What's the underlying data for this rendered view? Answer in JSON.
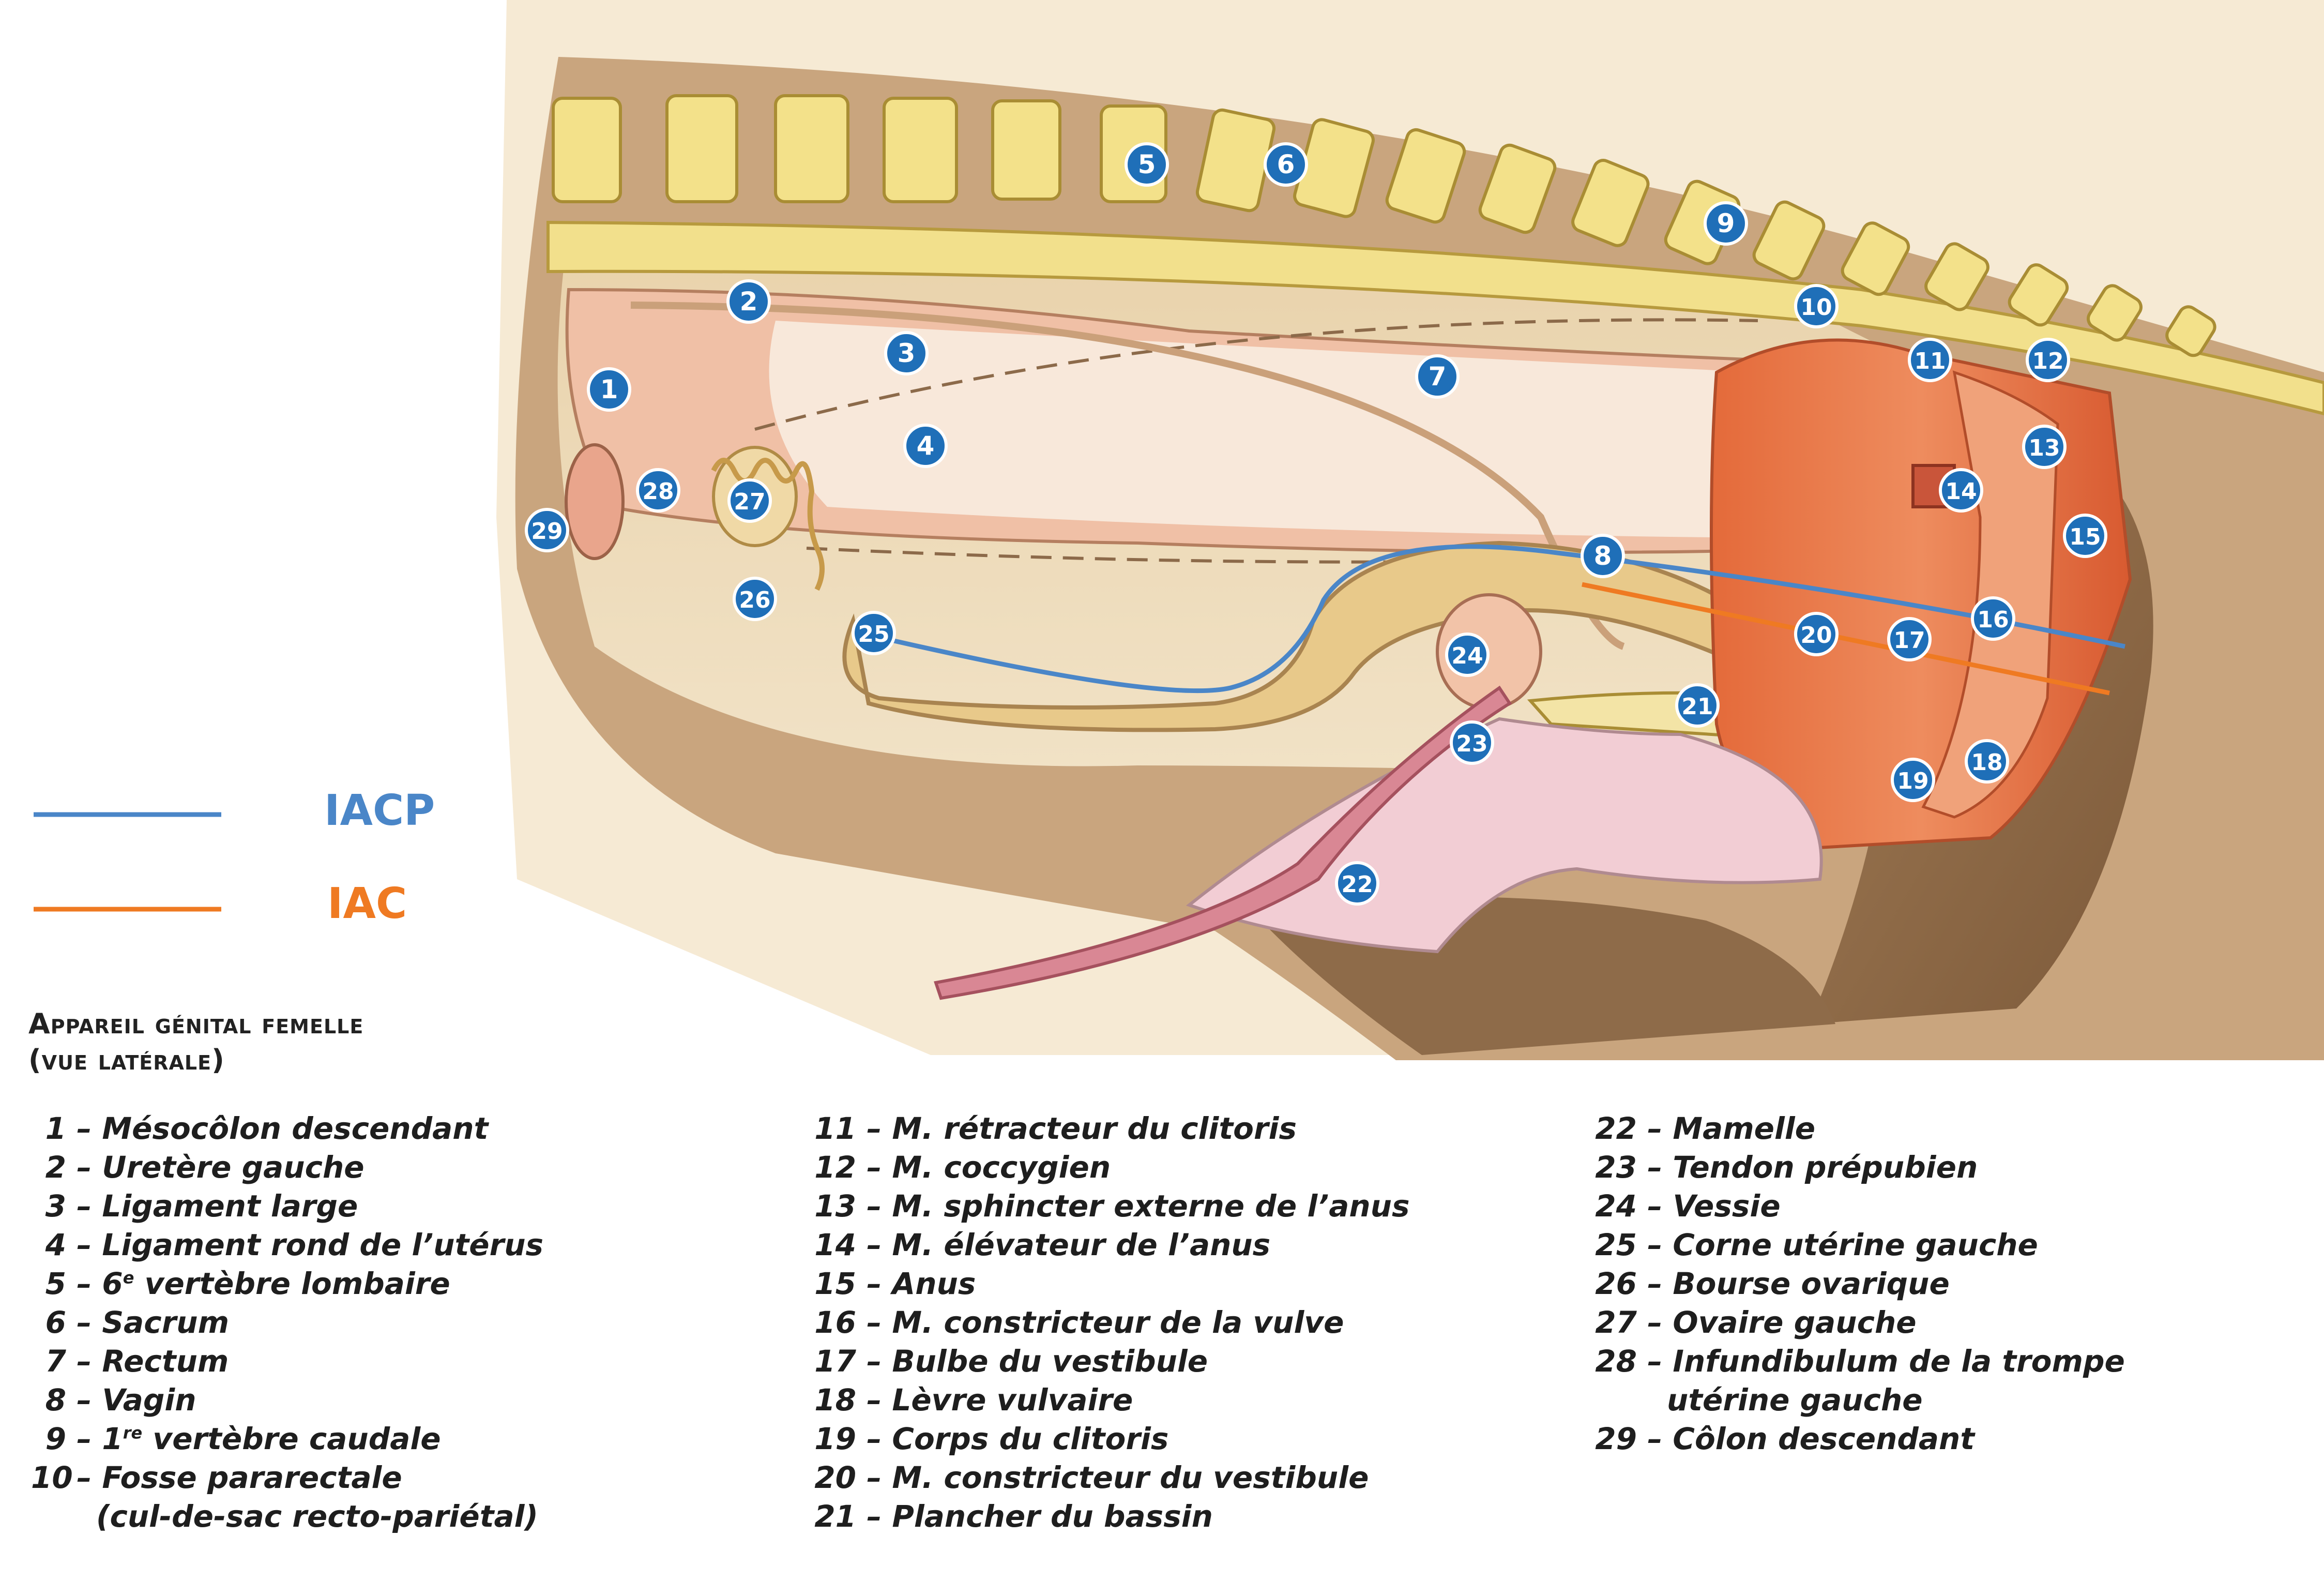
{
  "legend": [
    {
      "label": "IACP",
      "color": "#4a86c8"
    },
    {
      "label": "IAC",
      "color": "#ef7a22"
    }
  ],
  "title_line1": "Appareil génital femelle",
  "title_line2": "(vue latérale)",
  "badges": [
    "1",
    "2",
    "3",
    "4",
    "5",
    "6",
    "7",
    "8",
    "9",
    "10",
    "11",
    "12",
    "13",
    "14",
    "15",
    "16",
    "17",
    "18",
    "19",
    "20",
    "21",
    "22",
    "23",
    "24",
    "25",
    "26",
    "27",
    "28",
    "29"
  ],
  "captions": {
    "col1": [
      {
        "num": "1",
        "label": "Mésocôlon descendant"
      },
      {
        "num": "2",
        "label": "Uretère gauche"
      },
      {
        "num": "3",
        "label": "Ligament large"
      },
      {
        "num": "4",
        "label": "Ligament rond de l’utérus"
      },
      {
        "num": "5",
        "label": "6e vertèbre lombaire"
      },
      {
        "num": "6",
        "label": "Sacrum"
      },
      {
        "num": "7",
        "label": "Rectum"
      },
      {
        "num": "8",
        "label": "Vagin"
      },
      {
        "num": "9",
        "label": "1re vertèbre caudale"
      },
      {
        "num": "10",
        "label": "Fosse pararectale",
        "cont": "(cul-de-sac recto-pariétal)"
      }
    ],
    "col2": [
      {
        "num": "11",
        "label": "M. rétracteur du clitoris"
      },
      {
        "num": "12",
        "label": "M. coccygien"
      },
      {
        "num": "13",
        "label": "M. sphincter externe de l’anus"
      },
      {
        "num": "14",
        "label": "M. élévateur de l’anus"
      },
      {
        "num": "15",
        "label": "Anus"
      },
      {
        "num": "16",
        "label": "M. constricteur de la vulve"
      },
      {
        "num": "17",
        "label": "Bulbe du vestibule"
      },
      {
        "num": "18",
        "label": "Lèvre vulvaire"
      },
      {
        "num": "19",
        "label": "Corps du clitoris"
      },
      {
        "num": "20",
        "label": "M. constricteur du vestibule"
      },
      {
        "num": "21",
        "label": "Plancher du bassin"
      }
    ],
    "col3": [
      {
        "num": "22",
        "label": "Mamelle"
      },
      {
        "num": "23",
        "label": "Tendon prépubien"
      },
      {
        "num": "24",
        "label": "Vessie"
      },
      {
        "num": "25",
        "label": "Corne utérine gauche"
      },
      {
        "num": "26",
        "label": "Bourse ovarique"
      },
      {
        "num": "27",
        "label": "Ovaire gauche"
      },
      {
        "num": "28",
        "label": "Infundibulum de la trompe",
        "cont": "utérine gauche"
      },
      {
        "num": "29",
        "label": "Côlon descendant"
      }
    ]
  }
}
